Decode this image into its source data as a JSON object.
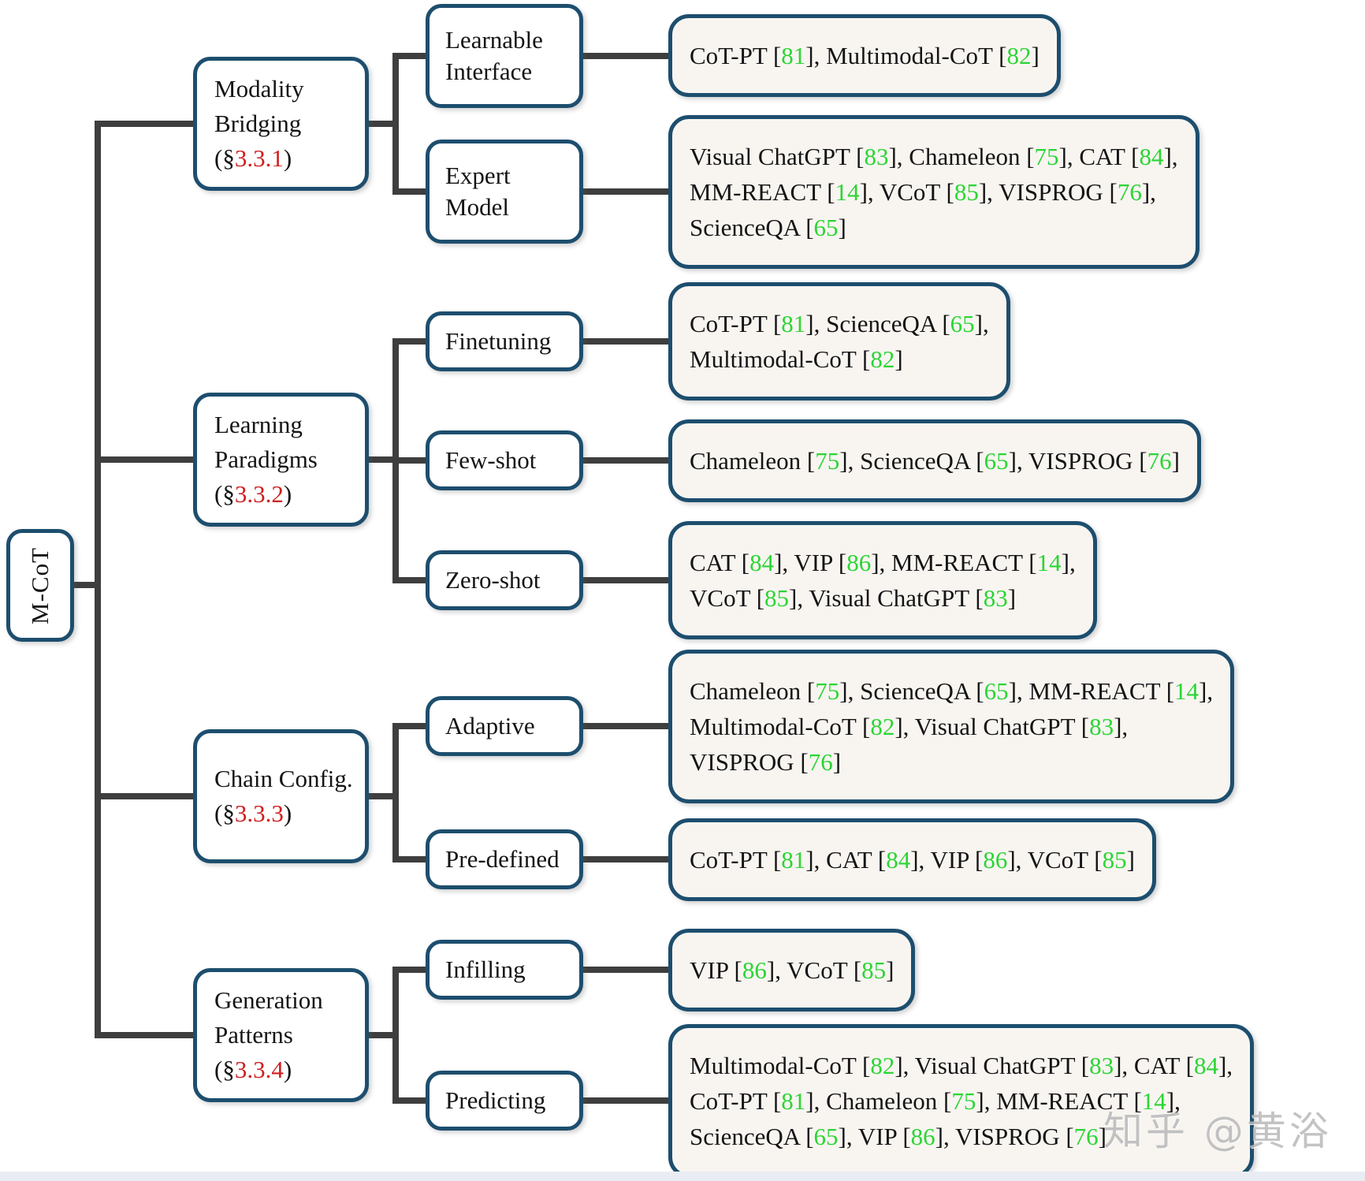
{
  "diagram": {
    "root": "M-CoT",
    "section_prefix": "(§",
    "section_suffix": ")",
    "groups": [
      {
        "category": {
          "title": "Modality Bridging",
          "section": "3.3.1"
        },
        "children": [
          {
            "label": "Learnable Interface",
            "leaf_lines": [
              [
                {
                  "name": "CoT-PT",
                  "ref": "81"
                },
                {
                  "name": "Multimodal-CoT",
                  "ref": "82"
                }
              ]
            ]
          },
          {
            "label": "Expert Model",
            "leaf_lines": [
              [
                {
                  "name": "Visual ChatGPT",
                  "ref": "83"
                },
                {
                  "name": "Chameleon",
                  "ref": "75"
                },
                {
                  "name": "CAT",
                  "ref": "84"
                }
              ],
              [
                {
                  "name": "MM-REACT",
                  "ref": "14"
                },
                {
                  "name": "VCoT",
                  "ref": "85"
                },
                {
                  "name": "VISPROG",
                  "ref": "76"
                }
              ],
              [
                {
                  "name": "ScienceQA",
                  "ref": "65"
                }
              ]
            ]
          }
        ]
      },
      {
        "category": {
          "title": "Learning Paradigms",
          "section": "3.3.2"
        },
        "children": [
          {
            "label": "Finetuning",
            "leaf_lines": [
              [
                {
                  "name": "CoT-PT",
                  "ref": "81"
                },
                {
                  "name": "ScienceQA",
                  "ref": "65"
                }
              ],
              [
                {
                  "name": "Multimodal-CoT",
                  "ref": "82"
                }
              ]
            ]
          },
          {
            "label": "Few-shot",
            "leaf_lines": [
              [
                {
                  "name": "Chameleon",
                  "ref": "75"
                },
                {
                  "name": "ScienceQA",
                  "ref": "65"
                },
                {
                  "name": "VISPROG",
                  "ref": "76"
                }
              ]
            ]
          },
          {
            "label": "Zero-shot",
            "leaf_lines": [
              [
                {
                  "name": "CAT",
                  "ref": "84"
                },
                {
                  "name": "VIP",
                  "ref": "86"
                },
                {
                  "name": "MM-REACT",
                  "ref": "14"
                }
              ],
              [
                {
                  "name": "VCoT",
                  "ref": "85"
                },
                {
                  "name": "Visual ChatGPT",
                  "ref": "83"
                }
              ]
            ]
          }
        ]
      },
      {
        "category": {
          "title": "Chain Config.",
          "section": "3.3.3"
        },
        "children": [
          {
            "label": "Adaptive",
            "leaf_lines": [
              [
                {
                  "name": "Chameleon",
                  "ref": "75"
                },
                {
                  "name": "ScienceQA",
                  "ref": "65"
                },
                {
                  "name": "MM-REACT",
                  "ref": "14"
                }
              ],
              [
                {
                  "name": "Multimodal-CoT",
                  "ref": "82"
                },
                {
                  "name": "Visual ChatGPT",
                  "ref": "83"
                }
              ],
              [
                {
                  "name": "VISPROG",
                  "ref": "76"
                }
              ]
            ]
          },
          {
            "label": "Pre-defined",
            "leaf_lines": [
              [
                {
                  "name": "CoT-PT",
                  "ref": "81"
                },
                {
                  "name": "CAT",
                  "ref": "84"
                },
                {
                  "name": "VIP",
                  "ref": "86"
                },
                {
                  "name": "VCoT",
                  "ref": "85"
                }
              ]
            ]
          }
        ]
      },
      {
        "category": {
          "title": "Generation Patterns",
          "section": "3.3.4"
        },
        "children": [
          {
            "label": "Infilling",
            "leaf_lines": [
              [
                {
                  "name": "VIP",
                  "ref": "86"
                },
                {
                  "name": "VCoT",
                  "ref": "85"
                }
              ]
            ]
          },
          {
            "label": "Predicting",
            "leaf_lines": [
              [
                {
                  "name": "Multimodal-CoT",
                  "ref": "82"
                },
                {
                  "name": "Visual ChatGPT",
                  "ref": "83"
                },
                {
                  "name": "CAT",
                  "ref": "84"
                }
              ],
              [
                {
                  "name": "CoT-PT",
                  "ref": "81"
                },
                {
                  "name": "Chameleon",
                  "ref": "75"
                },
                {
                  "name": "MM-REACT",
                  "ref": "14"
                }
              ],
              [
                {
                  "name": "ScienceQA",
                  "ref": "65"
                },
                {
                  "name": "VIP",
                  "ref": "86"
                },
                {
                  "name": "VISPROG",
                  "ref": "76"
                }
              ]
            ]
          }
        ]
      }
    ]
  },
  "watermark": "知乎 @黄浴",
  "colors": {
    "node_border": "#1d4e6e",
    "connector": "#3e3e3e",
    "section_red": "#d01f1f",
    "ref_green": "#2bd534",
    "leaf_background": "#f8f5f1"
  }
}
